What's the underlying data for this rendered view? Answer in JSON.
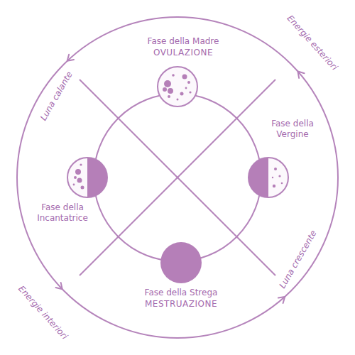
{
  "diagram": {
    "labels": [
      "Fase della Madre",
      "OVULAZIONE",
      "Fase della Vergine",
      "Fase della Incantatrice",
      "Fase della Strega",
      "MESTRUAZIONE",
      "Luna calante",
      "Energie esteriori",
      "Energie interiori",
      "Luna crescente"
    ]
  }
}
